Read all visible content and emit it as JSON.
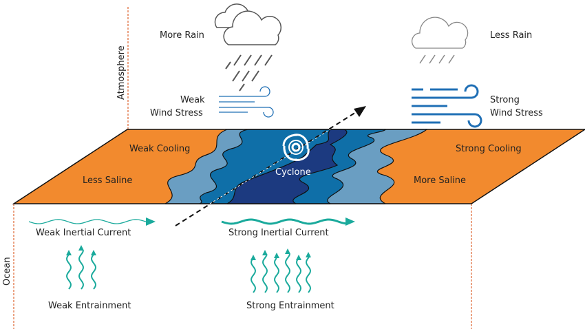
{
  "colors": {
    "orange": "#f28a2e",
    "light_blue": "#6a9ec2",
    "blue": "#0f6fa8",
    "navy": "#1c3a80",
    "teal": "#1aaa9c",
    "wind_blue": "#1f6fb5",
    "cloud_grey": "#777777",
    "axis_dash": "#e07040"
  },
  "labels": {
    "atmosphere": "Atmosphere",
    "ocean": "Ocean",
    "more_rain": "More Rain",
    "less_rain": "Less Rain",
    "weak_wind_1": "Weak",
    "weak_wind_2": "Wind Stress",
    "strong_wind_1": "Strong",
    "strong_wind_2": "Wind Stress",
    "weak_cooling": "Weak Cooling",
    "strong_cooling": "Strong Cooling",
    "less_saline": "Less Saline",
    "more_saline": "More Saline",
    "cyclone": "Cyclone",
    "weak_current": "Weak Inertial Current",
    "strong_current": "Strong Inertial Current",
    "weak_entrainment": "Weak Entrainment",
    "strong_entrainment": "Strong Entrainment"
  },
  "icons": {
    "cloud": "cloud-icon",
    "cyclone": "cyclone-icon",
    "wind": "wind-icon",
    "arrow": "wavy-arrow-icon"
  }
}
